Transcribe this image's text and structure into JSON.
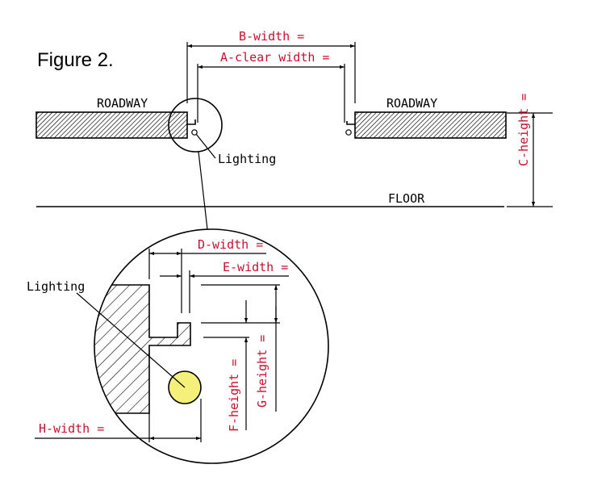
{
  "figure": {
    "title": "Figure 2."
  },
  "labels": {
    "roadway_left": "ROADWAY",
    "roadway_right": "ROADWAY",
    "floor": "FLOOR",
    "lighting_callout": "Lighting",
    "lighting_detail": "Lighting"
  },
  "dimensions": {
    "b_width": "B-width =",
    "a_clear_width": "A-clear width =",
    "c_height": "C-height =",
    "d_width": "D-width =",
    "e_width": "E-width =",
    "f_height": "F-height =",
    "g_height": "G-height =",
    "h_width": "H-width ="
  },
  "colors": {
    "dimension_text": "#c8102e",
    "lighting_fill": "#f4f07a",
    "line": "#000000"
  }
}
